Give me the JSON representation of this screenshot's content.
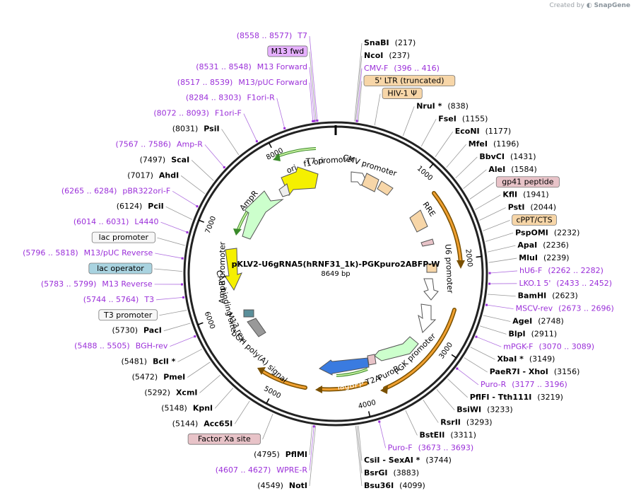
{
  "credit": {
    "prefix": "Created by",
    "brand": "SnapGene"
  },
  "plasmid": {
    "name": "pKLV2-U6gRNA5(hRNF31_1k)-PGKpuro2ABFP-W",
    "length_label": "8649 bp",
    "length": 8649
  },
  "colors": {
    "enzyme": "#000000",
    "primer": "#9b30d9",
    "feature_orange": "#f7d6a8",
    "feature_purple": "#e6b0ff",
    "feature_pink": "#e8c3c8",
    "feature_gray": "#f2f2f2",
    "feature_blue": "#a9d3e0",
    "yellow": "#f5f000",
    "green_light": "#ccffcc",
    "blue": "#3a7be0",
    "orf_orange": "#f0a030"
  },
  "ticks": [
    {
      "label": "1000",
      "pos": 1000
    },
    {
      "label": "2000",
      "pos": 2000
    },
    {
      "label": "3000",
      "pos": 3000
    },
    {
      "label": "4000",
      "pos": 4000
    },
    {
      "label": "5000",
      "pos": 5000
    },
    {
      "label": "6000",
      "pos": 6000
    },
    {
      "label": "7000",
      "pos": 7000
    },
    {
      "label": "8000",
      "pos": 8000
    }
  ],
  "inner_features": [
    {
      "label": "CMV promoter",
      "pos": 420
    },
    {
      "label": "RRE",
      "pos": 1330
    },
    {
      "label": "U6 promoter",
      "pos": 2100
    },
    {
      "label": "PGK promoter",
      "pos": 3250
    },
    {
      "label": "PuroR",
      "pos": 3650
    },
    {
      "label": "T2A",
      "pos": 3860
    },
    {
      "label": "TagBFP",
      "pos": 4150
    },
    {
      "label": "bGH poly(A) signal",
      "pos": 5350
    },
    {
      "label": "M13 rev",
      "pos": 5810
    },
    {
      "label": "CAP binding site",
      "pos": 6150
    },
    {
      "label": "AmpR promoter",
      "pos": 6500
    },
    {
      "label": "AmpR",
      "pos": 7450
    },
    {
      "label": "ori",
      "pos": 8100
    },
    {
      "label": "f1 ori",
      "pos": 8380
    },
    {
      "label": "T7 promoter",
      "pos": 8580
    }
  ],
  "labels_right": [
    {
      "kind": "enzyme",
      "name": "SnaBI",
      "pos_label": "(217)"
    },
    {
      "kind": "enzyme",
      "name": "NcoI",
      "pos_label": "(237)"
    },
    {
      "kind": "primer",
      "name": "CMV-F",
      "pos_label": "(396 .. 416)"
    },
    {
      "kind": "feature",
      "name": "5' LTR (truncated)",
      "color": "orange"
    },
    {
      "kind": "feature",
      "name": "HIV-1 Ψ",
      "color": "orange"
    },
    {
      "kind": "enzyme",
      "name": "NruI *",
      "pos_label": "(838)"
    },
    {
      "kind": "enzyme",
      "name": "FseI",
      "pos_label": "(1155)"
    },
    {
      "kind": "enzyme",
      "name": "EcoNI",
      "pos_label": "(1177)"
    },
    {
      "kind": "enzyme",
      "name": "MfeI",
      "pos_label": "(1196)"
    },
    {
      "kind": "enzyme",
      "name": "BbvCI",
      "pos_label": "(1431)"
    },
    {
      "kind": "enzyme",
      "name": "AleI",
      "pos_label": "(1584)"
    },
    {
      "kind": "feature",
      "name": "gp41 peptide",
      "color": "pink"
    },
    {
      "kind": "enzyme",
      "name": "KflI",
      "pos_label": "(1941)"
    },
    {
      "kind": "enzyme",
      "name": "PstI",
      "pos_label": "(2044)"
    },
    {
      "kind": "feature",
      "name": "cPPT/CTS",
      "color": "orange"
    },
    {
      "kind": "enzyme",
      "name": "PspOMI",
      "pos_label": "(2232)"
    },
    {
      "kind": "enzyme",
      "name": "ApaI",
      "pos_label": "(2236)"
    },
    {
      "kind": "enzyme",
      "name": "MluI",
      "pos_label": "(2239)"
    },
    {
      "kind": "primer",
      "name": "hU6-F",
      "pos_label": "(2262 .. 2282)"
    },
    {
      "kind": "primer",
      "name": "LKO.1 5'",
      "pos_label": "(2433 .. 2452)"
    },
    {
      "kind": "enzyme",
      "name": "BamHI",
      "pos_label": "(2623)"
    },
    {
      "kind": "primer",
      "name": "MSCV-rev",
      "pos_label": "(2673 .. 2696)"
    },
    {
      "kind": "enzyme",
      "name": "AgeI",
      "pos_label": "(2748)"
    },
    {
      "kind": "enzyme",
      "name": "BlpI",
      "pos_label": "(2911)"
    },
    {
      "kind": "primer",
      "name": "mPGK-F",
      "pos_label": "(3070 .. 3089)"
    },
    {
      "kind": "enzyme",
      "name": "XbaI *",
      "pos_label": "(3149)"
    },
    {
      "kind": "enzyme",
      "name": "PaeR7I - XhoI",
      "pos_label": "(3156)"
    },
    {
      "kind": "primer",
      "name": "Puro-R",
      "pos_label": "(3177 .. 3196)"
    },
    {
      "kind": "enzyme",
      "name": "PflFI - Tth111I",
      "pos_label": "(3219)"
    },
    {
      "kind": "enzyme",
      "name": "BsiWI",
      "pos_label": "(3233)"
    },
    {
      "kind": "enzyme",
      "name": "RsrII",
      "pos_label": "(3293)"
    },
    {
      "kind": "enzyme",
      "name": "BstEII",
      "pos_label": "(3311)"
    },
    {
      "kind": "primer",
      "name": "Puro-F",
      "pos_label": "(3673 .. 3693)"
    },
    {
      "kind": "enzyme",
      "name": "CsiI - SexAI *",
      "pos_label": "(3744)"
    },
    {
      "kind": "enzyme",
      "name": "BsrGI",
      "pos_label": "(3883)"
    },
    {
      "kind": "enzyme",
      "name": "Bsu36I",
      "pos_label": "(4099)"
    }
  ],
  "labels_left": [
    {
      "kind": "primer",
      "name": "T7",
      "pos_label": "(8558 .. 8577)"
    },
    {
      "kind": "feature",
      "name": "M13 fwd",
      "color": "purple"
    },
    {
      "kind": "primer",
      "name": "M13 Forward",
      "pos_label": "(8531 .. 8548)"
    },
    {
      "kind": "primer",
      "name": "M13/pUC Forward",
      "pos_label": "(8517 .. 8539)"
    },
    {
      "kind": "primer",
      "name": "F1ori-R",
      "pos_label": "(8284 .. 8303)"
    },
    {
      "kind": "primer",
      "name": "F1ori-F",
      "pos_label": "(8072 .. 8093)"
    },
    {
      "kind": "enzyme",
      "name": "PsiI",
      "pos_label": "(8031)"
    },
    {
      "kind": "primer",
      "name": "Amp-R",
      "pos_label": "(7567 .. 7586)"
    },
    {
      "kind": "enzyme",
      "name": "ScaI",
      "pos_label": "(7497)"
    },
    {
      "kind": "enzyme",
      "name": "AhdI",
      "pos_label": "(7017)"
    },
    {
      "kind": "primer",
      "name": "pBR322ori-F",
      "pos_label": "(6265 .. 6284)"
    },
    {
      "kind": "enzyme",
      "name": "PciI",
      "pos_label": "(6124)"
    },
    {
      "kind": "primer",
      "name": "L4440",
      "pos_label": "(6014 .. 6031)"
    },
    {
      "kind": "feature",
      "name": "lac promoter",
      "color": "gray"
    },
    {
      "kind": "primer",
      "name": "M13/pUC Reverse",
      "pos_label": "(5796 .. 5818)"
    },
    {
      "kind": "feature",
      "name": "lac operator",
      "color": "blue"
    },
    {
      "kind": "primer",
      "name": "M13 Reverse",
      "pos_label": "(5783 .. 5799)"
    },
    {
      "kind": "primer",
      "name": "T3",
      "pos_label": "(5744 .. 5764)"
    },
    {
      "kind": "feature",
      "name": "T3 promoter",
      "color": "gray"
    },
    {
      "kind": "enzyme",
      "name": "PacI",
      "pos_label": "(5730)"
    },
    {
      "kind": "primer",
      "name": "BGH-rev",
      "pos_label": "(5488 .. 5505)"
    },
    {
      "kind": "enzyme",
      "name": "BclI *",
      "pos_label": "(5481)"
    },
    {
      "kind": "enzyme",
      "name": "PmeI",
      "pos_label": "(5472)"
    },
    {
      "kind": "enzyme",
      "name": "XcmI",
      "pos_label": "(5292)"
    },
    {
      "kind": "enzyme",
      "name": "KpnI",
      "pos_label": "(5148)"
    },
    {
      "kind": "enzyme",
      "name": "Acc65I",
      "pos_label": "(5144)"
    },
    {
      "kind": "feature",
      "name": "Factor Xa site",
      "color": "pink"
    },
    {
      "kind": "enzyme",
      "name": "PflMI",
      "pos_label": "(4795)"
    },
    {
      "kind": "primer",
      "name": "WPRE-R",
      "pos_label": "(4607 .. 4627)"
    },
    {
      "kind": "enzyme",
      "name": "NotI",
      "pos_label": "(4549)"
    }
  ]
}
